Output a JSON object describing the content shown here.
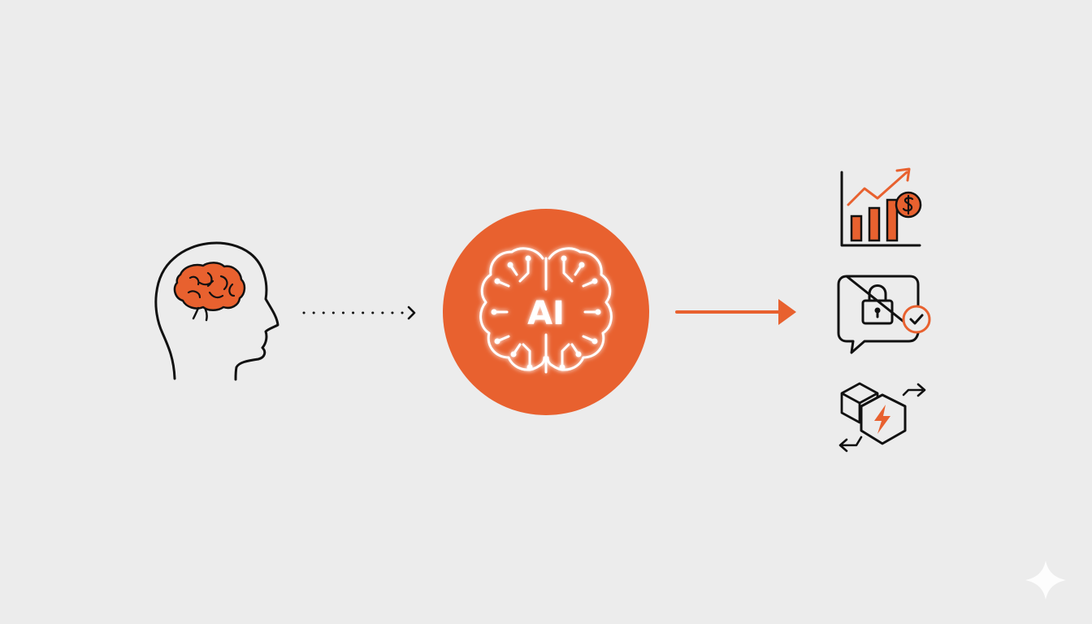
{
  "colors": {
    "background": "#ececec",
    "accent": "#e8612f",
    "stroke": "#111111",
    "white": "#ffffff"
  },
  "diagram": {
    "nodes": [
      {
        "id": "human",
        "icon": "human-head-with-brain-icon"
      },
      {
        "id": "ai",
        "icon": "ai-brain-circuit-icon",
        "label": "AI"
      },
      {
        "id": "outcomes",
        "icons": [
          "growth-chart-dollar-icon",
          "secure-chat-lock-icon",
          "fast-exchange-cubes-icon"
        ]
      }
    ],
    "edges": [
      {
        "from": "human",
        "to": "ai",
        "style": "dotted",
        "icon": "dotted-arrow-icon"
      },
      {
        "from": "ai",
        "to": "outcomes",
        "style": "solid",
        "icon": "solid-arrow-icon"
      }
    ],
    "watermark_icon": "sparkle-icon"
  }
}
